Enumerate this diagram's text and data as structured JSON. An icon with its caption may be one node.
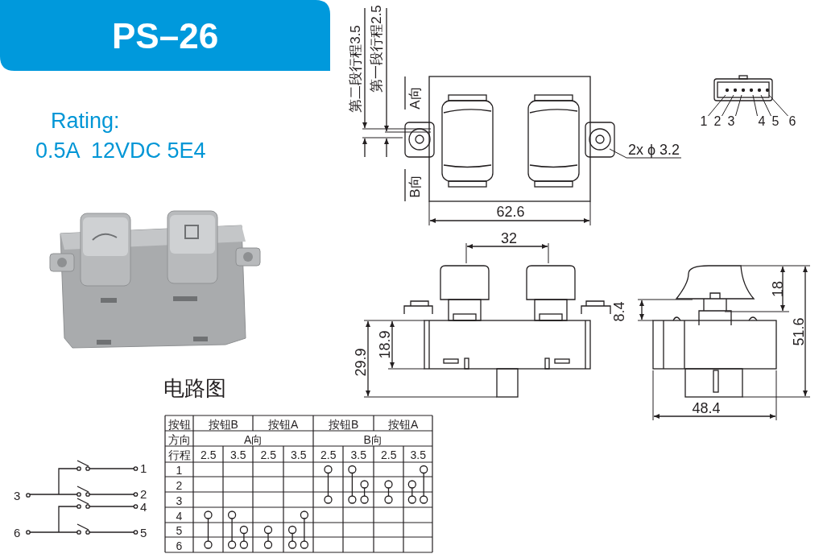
{
  "diagram": {
    "title": "PS–26",
    "nodes": [
      {
        "text": [
          "2x ϕ 3.2"
        ]
      },
      {
        "text": [
          "1"
        ]
      },
      {
        "text": [
          "2"
        ]
      },
      {
        "text": [
          "3"
        ]
      },
      {
        "text": [
          "4"
        ]
      },
      {
        "text": [
          "5"
        ]
      },
      {
        "text": [
          "6"
        ]
      }
    ],
    "edges": [
      {
        "from": 0,
        "to": null,
        "arrow": "none"
      },
      {
        "from": 1,
        "to": null,
        "arrow": "none"
      },
      {
        "from": 2,
        "to": null,
        "arrow": "none"
      },
      {
        "from": 3,
        "to": null,
        "arrow": "none"
      },
      {
        "from": 4,
        "to": null,
        "arrow": "none"
      },
      {
        "from": 5,
        "to": null,
        "arrow": "none"
      },
      {
        "from": 6,
        "to": null,
        "arrow": "none"
      }
    ],
    "labels": [
      "Rating:",
      "0.5A  12VDC 5E4",
      "电路图",
      "第二段行程3.5",
      "第一段行程2.5",
      "A向",
      "B向",
      "62.6",
      "32",
      "18",
      "8.4",
      "51.6",
      "29.9",
      "18.9",
      "48.4",
      "按钮",
      "按钮B",
      "按钮A",
      "按钮B",
      "按钮A",
      "方向",
      "A向",
      "B向",
      "行程",
      "2.5",
      "3.5",
      "2.5",
      "3.5",
      "2.5",
      "3.5",
      "2.5",
      "3.5",
      "1",
      "2",
      "3",
      "4",
      "5",
      "6",
      "1",
      "3",
      "2",
      "4",
      "6",
      "5"
    ]
  }
}
